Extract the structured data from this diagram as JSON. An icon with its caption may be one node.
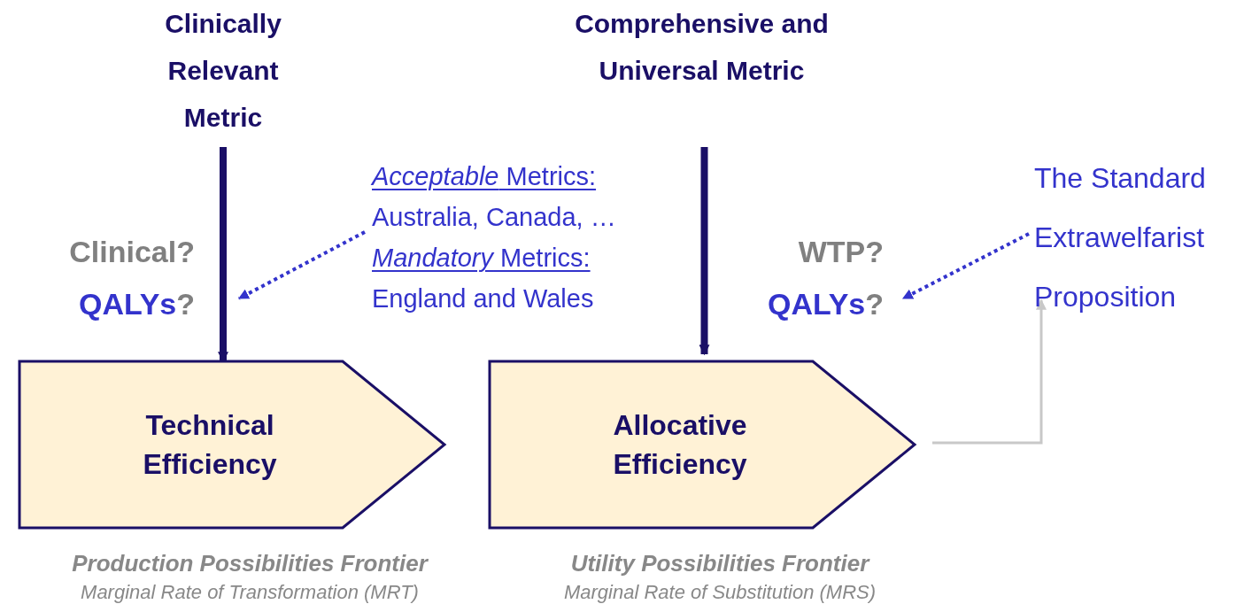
{
  "diagram": {
    "nodes": [
      {
        "text": [
          "Clinically Relevant Metric"
        ]
      },
      {
        "text": [
          "Comprehensive and Universal Metric"
        ]
      },
      {
        "text": [
          "Clinical?",
          "QALYs?"
        ]
      },
      {
        "text": [
          "*Acceptable* Metrics:",
          "Australia, Canada, …",
          "*Mandatory* Metrics:",
          "England and Wales"
        ]
      },
      {
        "text": [
          "WTP?",
          "QALYs?"
        ]
      },
      {
        "text": [
          "The Standard Extrawelfarist Proposition"
        ]
      },
      {
        "text": [
          "Technical Efficiency"
        ],
        "beside": [
          "Production Possibilities Frontier",
          "Marginal Rate of Transformation (MRT)"
        ]
      },
      {
        "text": [
          "Allocative Efficiency"
        ],
        "beside": [
          "Utility Possibilities Frontier",
          "Marginal Rate of Substitution (MRS)"
        ]
      }
    ],
    "edges": [
      {
        "from": 0,
        "to": 6,
        "arrow": "to",
        "style": "thick"
      },
      {
        "from": 1,
        "to": 7,
        "arrow": "to",
        "style": "thick"
      },
      {
        "from": 3,
        "to": 2,
        "arrow": "to",
        "style": "dashed",
        "color": "#3333cc"
      },
      {
        "from": 5,
        "to": 4,
        "arrow": "to",
        "style": "dashed",
        "color": "#3333cc"
      },
      {
        "from": 7,
        "to": 5,
        "arrow": "to",
        "color": "#c8c8c8"
      }
    ]
  }
}
